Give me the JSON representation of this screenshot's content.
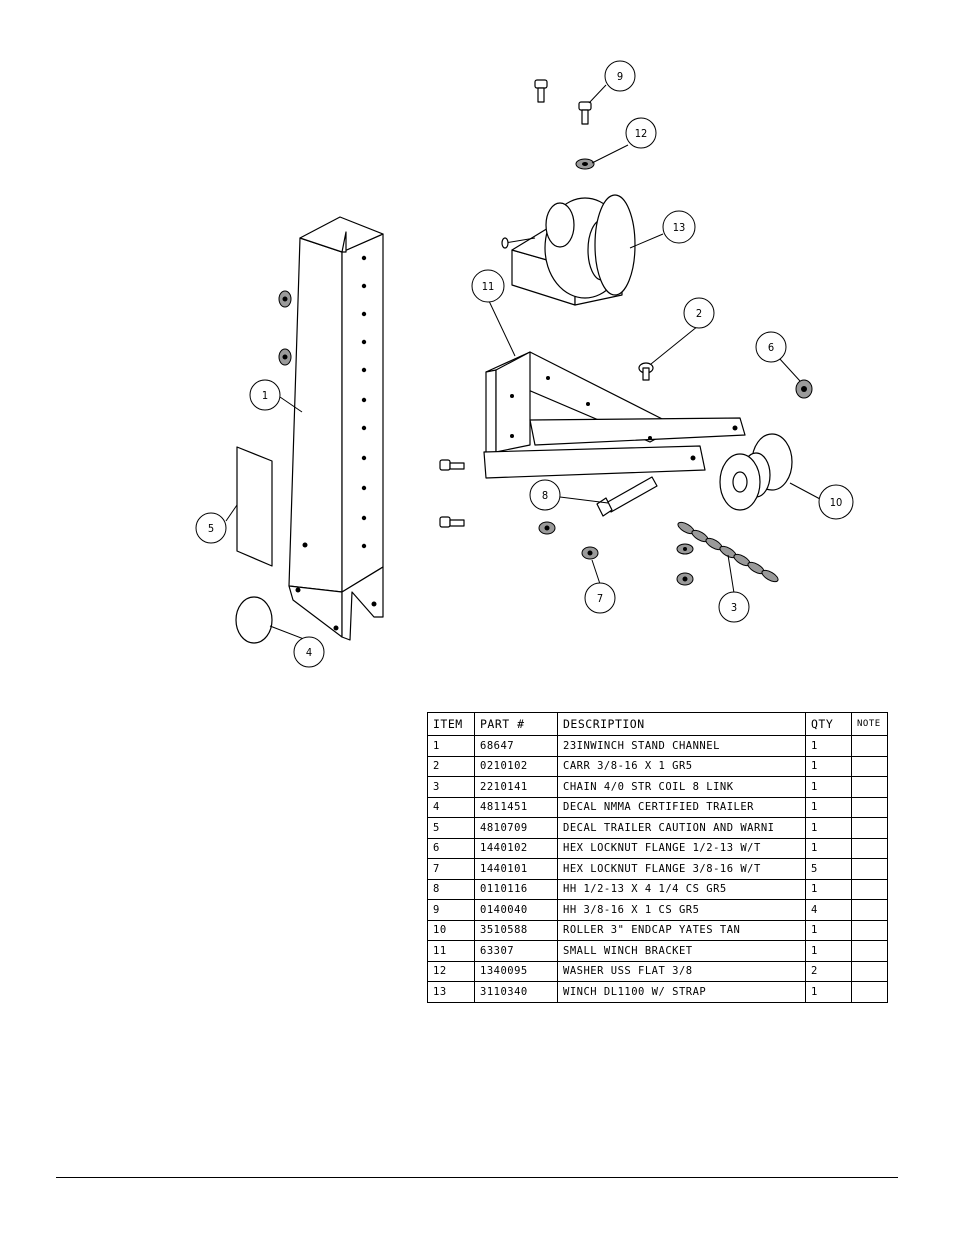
{
  "balloons": [
    "1",
    "2",
    "3",
    "4",
    "5",
    "6",
    "7",
    "8",
    "9",
    "10",
    "11",
    "12",
    "13"
  ],
  "bom": {
    "headers": {
      "item": "ITEM",
      "part": "PART #",
      "description": "DESCRIPTION",
      "qty": "QTY",
      "note": "NOTE"
    },
    "rows": [
      {
        "item": "1",
        "part": "68647",
        "description": "23INWINCH STAND CHANNEL",
        "qty": "1",
        "note": ""
      },
      {
        "item": "2",
        "part": "0210102",
        "description": "CARR 3/8-16 X 1 GR5",
        "qty": "1",
        "note": ""
      },
      {
        "item": "3",
        "part": "2210141",
        "description": "CHAIN 4/0 STR COIL 8 LINK",
        "qty": "1",
        "note": ""
      },
      {
        "item": "4",
        "part": "4811451",
        "description": "DECAL NMMA CERTIFIED TRAILER",
        "qty": "1",
        "note": ""
      },
      {
        "item": "5",
        "part": "4810709",
        "description": "DECAL TRAILER CAUTION AND WARNI",
        "qty": "1",
        "note": ""
      },
      {
        "item": "6",
        "part": "1440102",
        "description": "HEX LOCKNUT FLANGE 1/2-13 W/T",
        "qty": "1",
        "note": ""
      },
      {
        "item": "7",
        "part": "1440101",
        "description": "HEX LOCKNUT FLANGE 3/8-16 W/T",
        "qty": "5",
        "note": ""
      },
      {
        "item": "8",
        "part": "0110116",
        "description": "HH 1/2-13 X 4 1/4 CS GR5",
        "qty": "1",
        "note": ""
      },
      {
        "item": "9",
        "part": "0140040",
        "description": "HH 3/8-16 X 1 CS GR5",
        "qty": "4",
        "note": ""
      },
      {
        "item": "10",
        "part": "3510588",
        "description": "ROLLER 3\" ENDCAP YATES TAN",
        "qty": "1",
        "note": ""
      },
      {
        "item": "11",
        "part": "63307",
        "description": "SMALL WINCH BRACKET",
        "qty": "1",
        "note": ""
      },
      {
        "item": "12",
        "part": "1340095",
        "description": "WASHER USS FLAT 3/8",
        "qty": "2",
        "note": ""
      },
      {
        "item": "13",
        "part": "3110340",
        "description": "WINCH DL1100 W/ STRAP",
        "qty": "1",
        "note": ""
      }
    ]
  }
}
